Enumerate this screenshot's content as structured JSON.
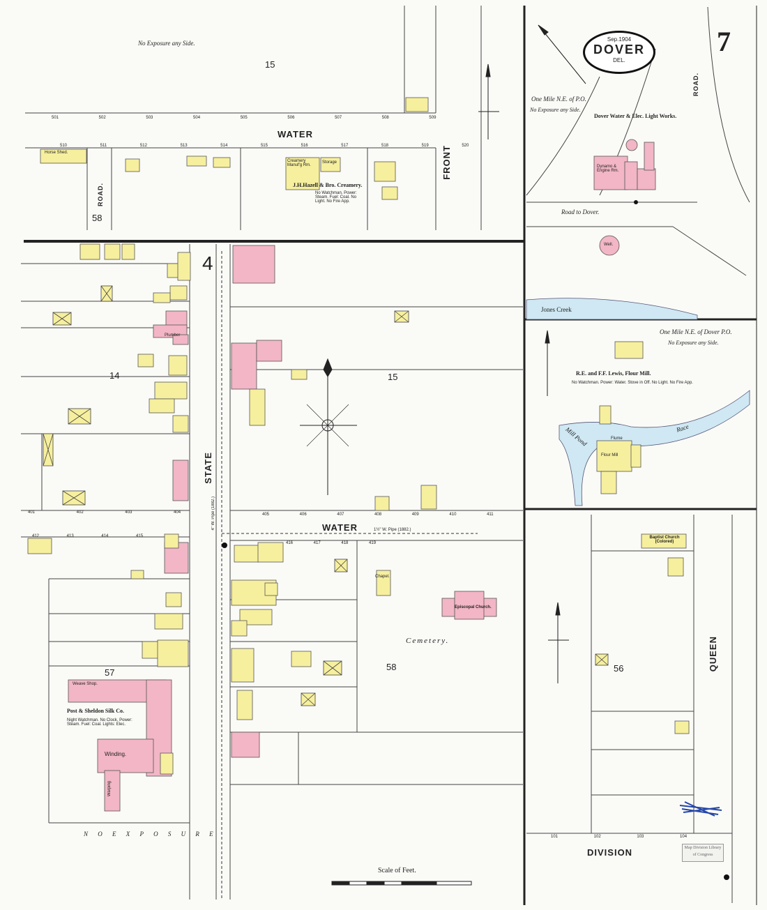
{
  "title": {
    "date": "Sep.1904",
    "city": "DOVER",
    "state": "DEL.",
    "sheet": "7"
  },
  "colors": {
    "brick": "#f2b6c6",
    "frame": "#f6ef9e",
    "paper": "#fafaf7",
    "water": "#cfe8f3",
    "line": "#333333"
  },
  "streets": {
    "water_top": "WATER",
    "front": "FRONT",
    "road_left": "ROAD.",
    "state": "STATE",
    "water_mid": "WATER",
    "queen": "QUEEN",
    "division": "DIVISION",
    "road_right": "ROAD.",
    "road_to_dover": "Road to Dover."
  },
  "blocks": {
    "b15_top": "15",
    "b58_top": "58",
    "b4": "4",
    "b14": "14",
    "b15_mid": "15",
    "b58": "58",
    "b57": "57",
    "b56": "56"
  },
  "notes": {
    "no_exposure_top": "No Exposure any Side.",
    "one_mile_po": "One Mile N.E. of P.O.",
    "no_exposure_inset1": "No Exposure any Side.",
    "one_mile_dover": "One Mile N.E. of Dover P.O.",
    "no_exposure_inset2": "No Exposure any Side.",
    "no_exposure_bottom": "N O   E X P O S U R E",
    "scale": "Scale of Feet."
  },
  "buildings": {
    "hazell": "J.H.Hazell & Bro. Creamery.",
    "hazell_detail": "No Watchman. Power: Steam. Fuel: Coal. No Light. No Fire App.",
    "creamery": "Creamery Manuf'g Rm.",
    "water_works": "Dover Water & Elec. Light Works.",
    "dynamo": "Dynamo & Engine Rm.",
    "lewis": "R.E. and F.F. Lewis, Flour Mill.",
    "lewis_detail": "No Watchman. Power: Water. Stove in Off. No Light. No Fire App.",
    "flour_mill": "Flour Mill",
    "silk": "Post & Sheldon Silk Co.",
    "silk_detail": "Night Watchman. No Clock. Power: Steam. Fuel: Coal. Lights: Elec.",
    "weave_shop": "Weave Shop.",
    "winding": "Winding.",
    "warping": "Warping",
    "baptist": "Baptist Church (Colored)",
    "episcopal": "Episcopal Church.",
    "chapel": "Chapel.",
    "cemetery": "Cemetery.",
    "horse_shed": "Horse Shed.",
    "storage": "Storage",
    "plumber": "Plumber"
  },
  "water_features": {
    "jones_creek": "Jones Creek",
    "mill_pond": "Mill Pond",
    "race": "Race",
    "flume": "Flume",
    "well": "Well."
  },
  "pipe_labels": {
    "state_pipe": "4\" W. Pipe (1882.)",
    "water_pipe": "1½\" W. Pipe (1882.)"
  },
  "lot_numbers": {
    "water_top_odd": [
      "501",
      "502",
      "503",
      "504",
      "505",
      "506",
      "507",
      "508",
      "509"
    ],
    "water_top_even": [
      "510",
      "511",
      "512",
      "513",
      "514",
      "515",
      "516",
      "517",
      "518",
      "519",
      "520"
    ],
    "water_mid_a": [
      "401",
      "402",
      "403",
      "404"
    ],
    "water_mid_b": [
      "412",
      "413",
      "414",
      "415"
    ],
    "water_mid_c": [
      "416",
      "417",
      "418",
      "419"
    ],
    "water_mid_d": [
      "405",
      "406",
      "407",
      "408",
      "409",
      "410",
      "411"
    ],
    "division": [
      "101",
      "102",
      "103",
      "104"
    ]
  },
  "stamp": "Map Division Library of Congress"
}
